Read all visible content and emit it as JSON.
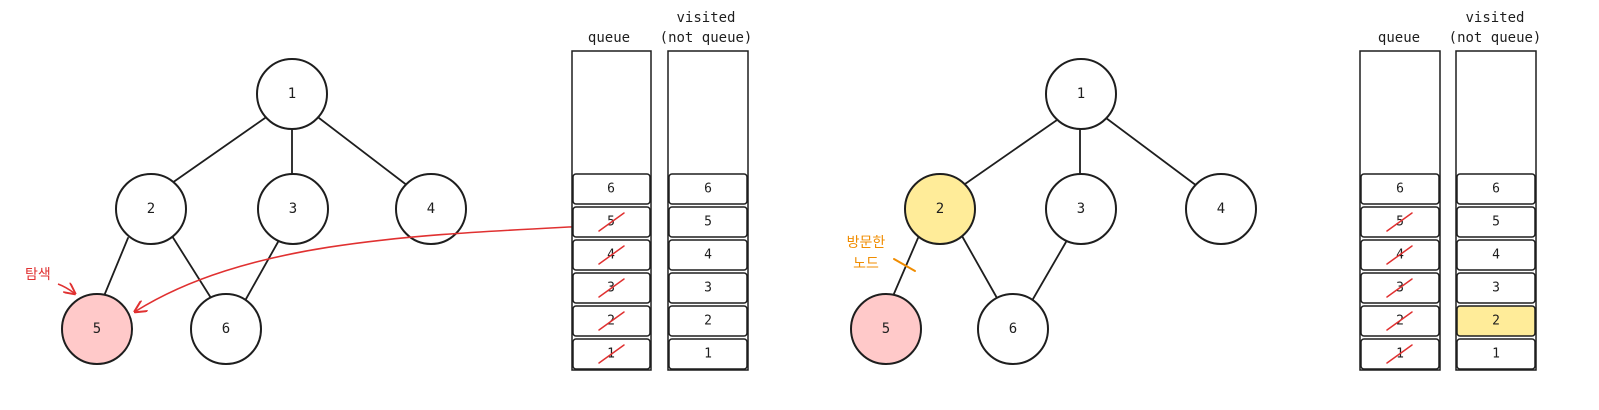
{
  "colors": {
    "stroke": "#1e1e1e",
    "explore_fill": "#ffc9c9",
    "visited_fill": "#ffec99",
    "red": "#e03131",
    "orange": "#f08c00"
  },
  "left": {
    "nodes": [
      "1",
      "2",
      "3",
      "4",
      "5",
      "6"
    ],
    "queue_header": "queue",
    "visited_header_line1": "visited",
    "visited_header_line2": "(not queue)",
    "queue_items": [
      "6",
      "5",
      "4",
      "3",
      "2",
      "1"
    ],
    "visited_items": [
      "6",
      "5",
      "4",
      "3",
      "2",
      "1"
    ],
    "explore_label": "탐색"
  },
  "right": {
    "nodes": [
      "1",
      "2",
      "3",
      "4",
      "5",
      "6"
    ],
    "queue_header": "queue",
    "visited_header_line1": "visited",
    "visited_header_line2": "(not queue)",
    "queue_items": [
      "6",
      "5",
      "4",
      "3",
      "2",
      "1"
    ],
    "visited_items": [
      "6",
      "5",
      "4",
      "3",
      "2",
      "1"
    ],
    "visited_node_label_line1": "방문한",
    "visited_node_label_line2": "노드"
  }
}
